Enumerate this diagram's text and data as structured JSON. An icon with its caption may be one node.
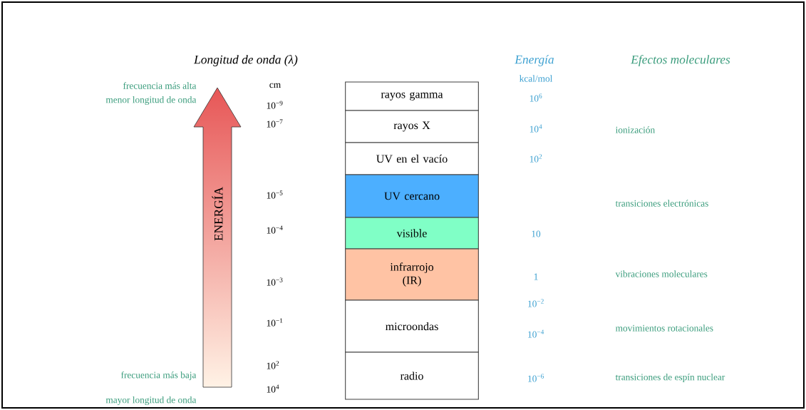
{
  "diagram": {
    "nodes": [
      {
        "text": [
          "ENERGÍA"
        ]
      },
      {
        "text": [
          "rayos gamma"
        ]
      },
      {
        "text": [
          "rayos X"
        ]
      },
      {
        "text": [
          "UV en el vacío"
        ]
      },
      {
        "text": [
          "UV cercano"
        ]
      },
      {
        "text": [
          "visible"
        ]
      },
      {
        "text": [
          "infrarrojo (IR)"
        ]
      },
      {
        "text": [
          "microondas"
        ]
      },
      {
        "text": [
          "radio"
        ]
      }
    ],
    "labels": [
      "Longitud de onda (λ)",
      "Energía",
      "Efectos moleculares",
      "frecuencia más alta",
      "cm",
      "kcal/mol",
      "menor longitud de onda",
      "10$^{−9}$",
      "10$^{6}$",
      "10$^{−7}$",
      "10$^{4}$",
      "ionización",
      "10$^{2}$",
      "10$^{−5}$",
      "transiciones electrónicas",
      "10$^{−4}$",
      "10",
      "10$^{−3}$",
      "1",
      "vibraciones moleculares",
      "10$^{−2}$",
      "10$^{−1}$",
      "10$^{−4}$",
      "movimientos rotacionales",
      "10$^{2}$",
      "frecuencia más baja",
      "10$^{−6}$",
      "transiciones de espín nuclear",
      "10$^{4}$",
      "mayor longitud de onda"
    ]
  }
}
